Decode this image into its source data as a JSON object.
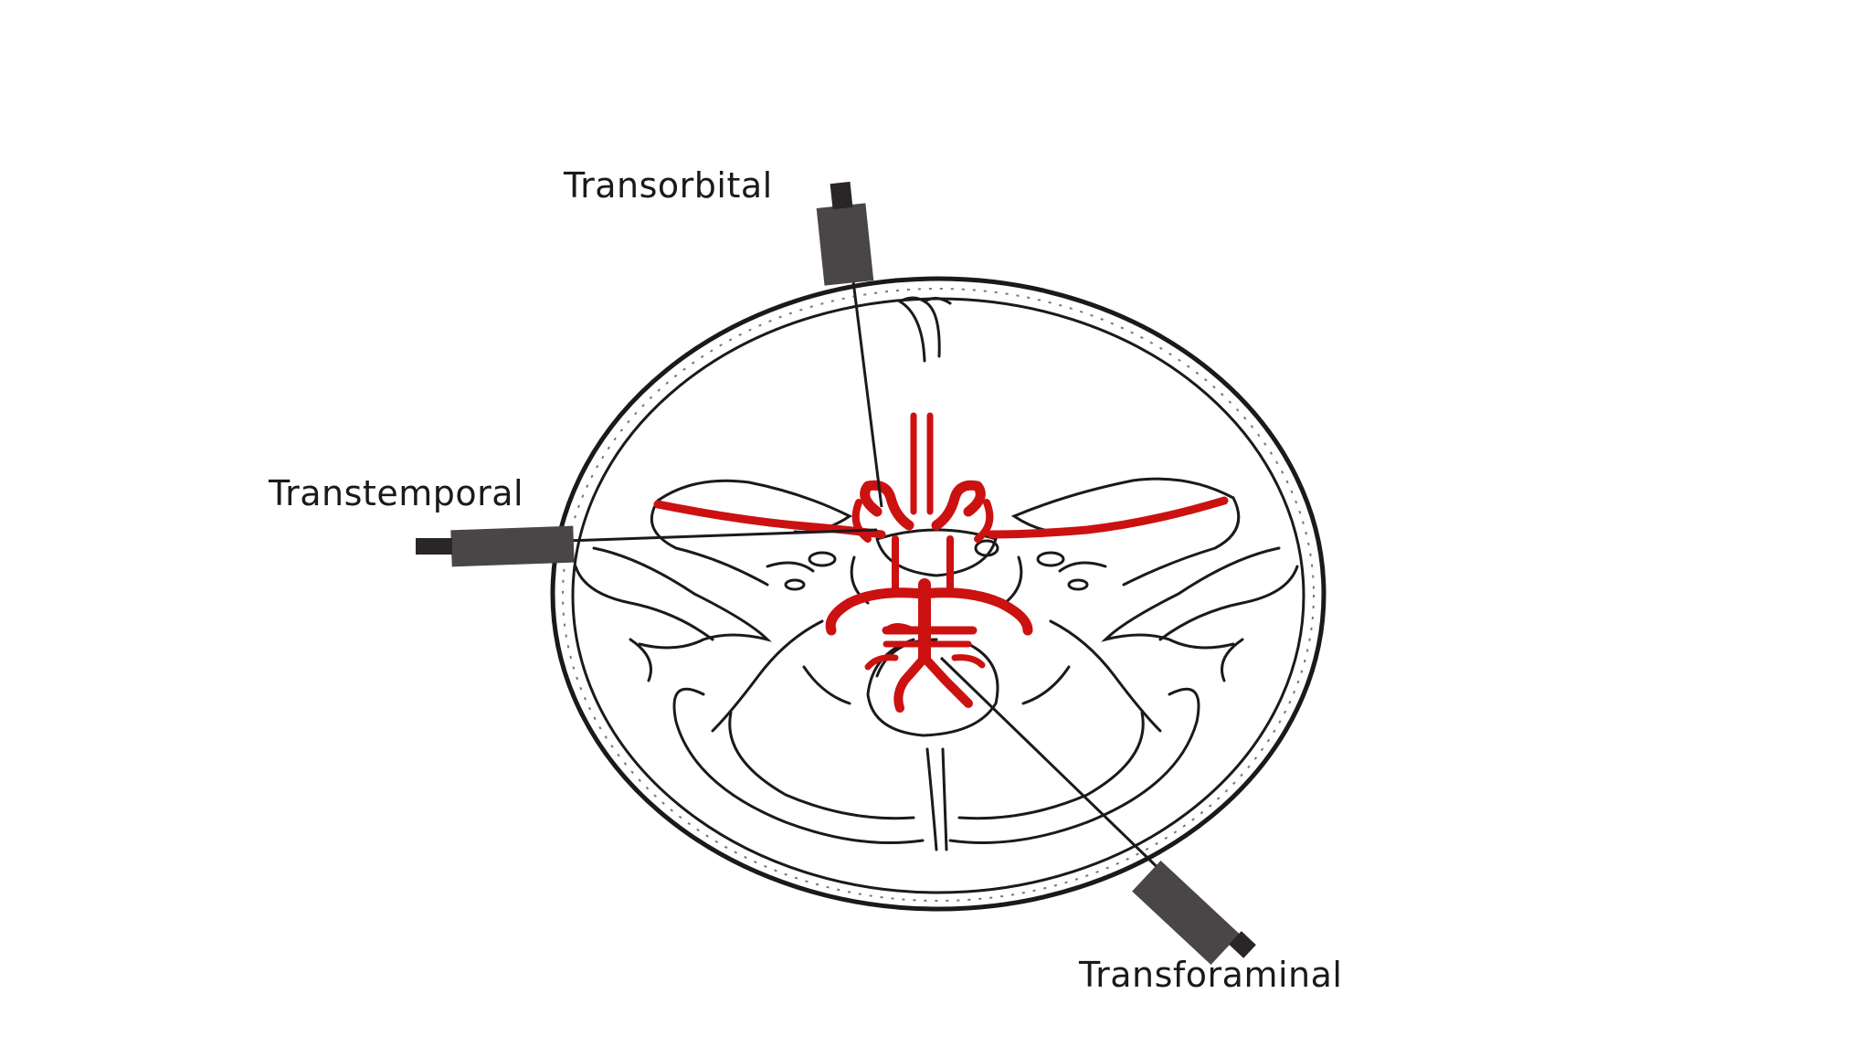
{
  "labels": {
    "transorbital": "Transorbital",
    "transtemporal": "Transtemporal",
    "transforaminal": "Transforaminal"
  },
  "colors": {
    "vessel": "#cc1111",
    "probe": "#4a4546",
    "ink": "#1a1a1a"
  }
}
